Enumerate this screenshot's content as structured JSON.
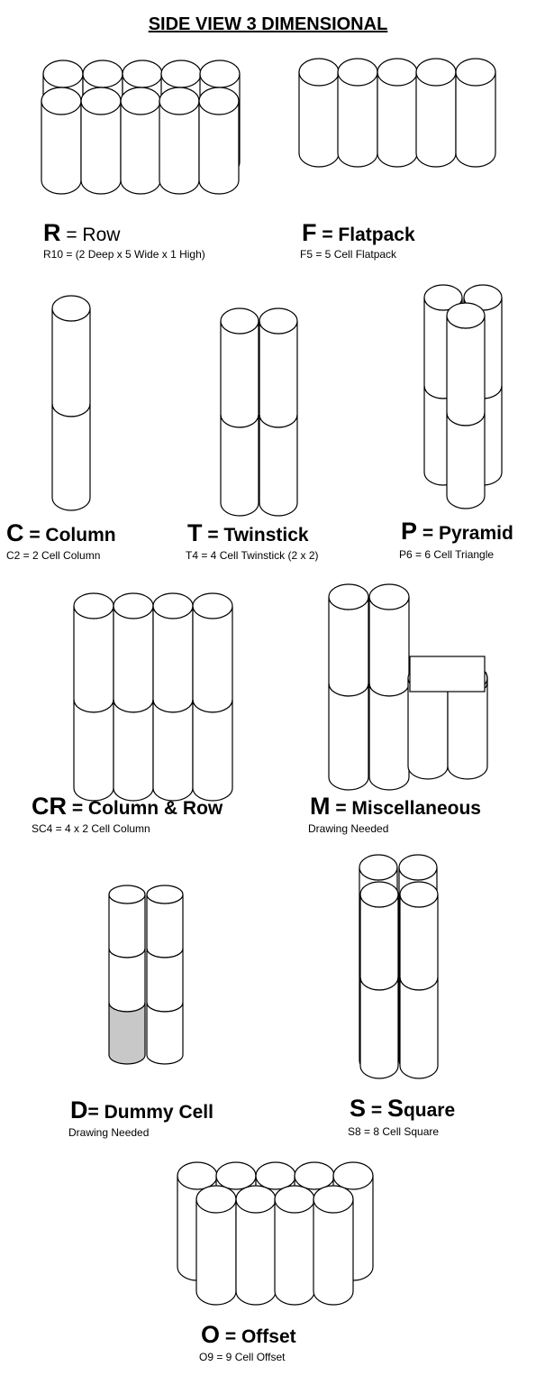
{
  "title": "SIDE VIEW 3 DIMENSIONAL",
  "sections": {
    "row": {
      "code": "R",
      "rest": " = Row",
      "desc": "R10 = (2 Deep x 5 Wide x 1 High)"
    },
    "flatpack": {
      "code": "F",
      "rest": " = Flatpack",
      "desc": "F5 = 5 Cell Flatpack"
    },
    "column": {
      "code": "C",
      "rest": " = Column",
      "desc": "C2 = 2 Cell Column"
    },
    "twinstick": {
      "code": "T",
      "rest": " = Twinstick",
      "desc": "T4 = 4 Cell Twinstick (2 x 2)"
    },
    "pyramid": {
      "code": "P",
      "rest": " = Pyramid",
      "desc": "P6 = 6 Cell Triangle"
    },
    "column_row": {
      "code": "CR",
      "rest": " = Column & Row",
      "desc": "SC4 = 4 x 2 Cell Column"
    },
    "misc": {
      "code": "M",
      "rest": " = Miscellaneous",
      "desc": "Drawing Needed"
    },
    "dummy": {
      "code": "D",
      "rest": "= Dummy Cell",
      "desc": "Drawing Needed"
    },
    "square": {
      "code": "S",
      "eq": " = ",
      "code2": "S",
      "rest": "quare",
      "desc": "S8 = 8 Cell Square"
    },
    "offset": {
      "code": "O",
      "rest": " = Offset",
      "desc": "O9 = 9 Cell Offset"
    }
  },
  "colors": {
    "line": "#000000",
    "fill": "#ffffff",
    "dummy_fill": "#c8c8c8"
  }
}
